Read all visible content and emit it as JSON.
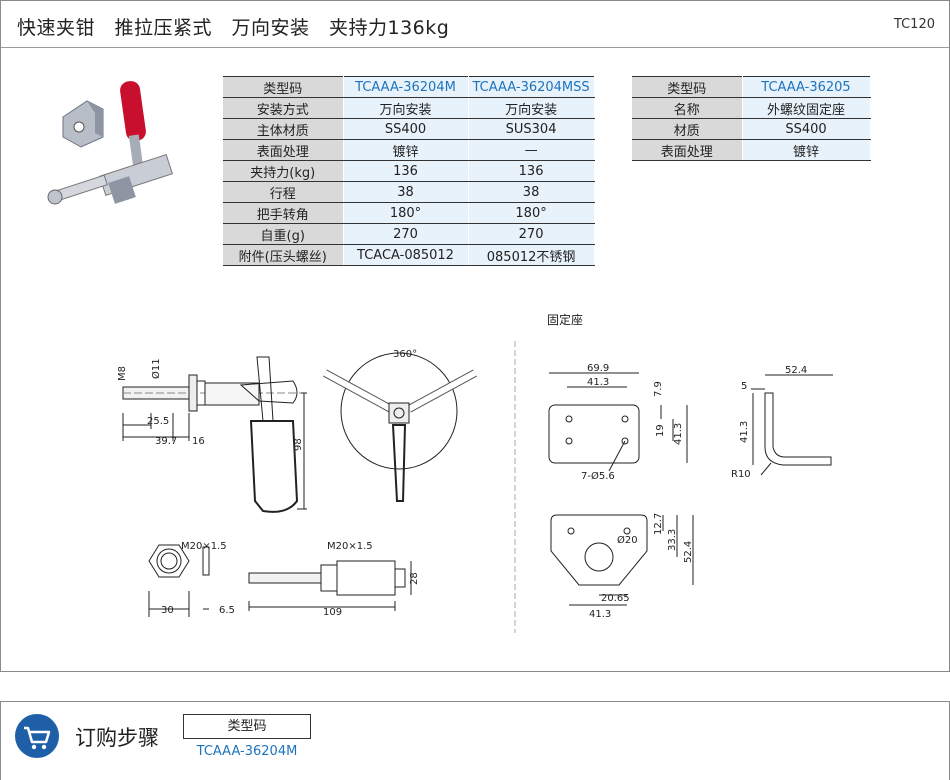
{
  "header": {
    "title": "快速夹钳　推拉压紧式　万向安装　夹持力136kg",
    "code": "TC120"
  },
  "spec_table": {
    "header": [
      "类型码",
      "TCAAA-36204M",
      "TCAAA-36204MSS"
    ],
    "rows": [
      [
        "安装方式",
        "万向安装",
        "万向安装"
      ],
      [
        "主体材质",
        "SS400",
        "SUS304"
      ],
      [
        "表面处理",
        "镀锌",
        "—"
      ],
      [
        "夹持力(kg)",
        "136",
        "136"
      ],
      [
        "行程",
        "38",
        "38"
      ],
      [
        "把手转角",
        "180°",
        "180°"
      ],
      [
        "自重(g)",
        "270",
        "270"
      ],
      [
        "附件(压头螺丝)",
        "TCACA-085012",
        "085012不锈钢"
      ]
    ]
  },
  "seat_table": {
    "header": [
      "类型码",
      "TCAAA-36205"
    ],
    "rows": [
      [
        "名称",
        "外螺纹固定座"
      ],
      [
        "材质",
        "SS400"
      ],
      [
        "表面处理",
        "镀锌"
      ]
    ]
  },
  "drawing": {
    "fixture_label": "固定座",
    "dims_main": [
      "M8",
      "Ø11",
      "25.5",
      "39.7",
      "16",
      "98"
    ],
    "rotation": "360°",
    "dims_nut": [
      "M20×1.5",
      "30",
      "6.5"
    ],
    "dims_side": [
      "M20×1.5",
      "109",
      "28"
    ],
    "dims_seat_front": [
      "69.9",
      "41.3",
      "7.9",
      "19",
      "41.3",
      "7-Ø5.6"
    ],
    "dims_seat_side": [
      "52.4",
      "5",
      "41.3",
      "R10"
    ],
    "dims_seat_bottom": [
      "12.7",
      "33.3",
      "52.4",
      "Ø20",
      "20.65",
      "41.3"
    ]
  },
  "order": {
    "title": "订购步骤",
    "field_label": "类型码",
    "field_value": "TCAAA-36204M"
  },
  "colors": {
    "accent": "#1e73be",
    "cart": "#1e5fa8",
    "label_bg": "#d9d9d9",
    "value_bg": "#e8f2fb"
  }
}
